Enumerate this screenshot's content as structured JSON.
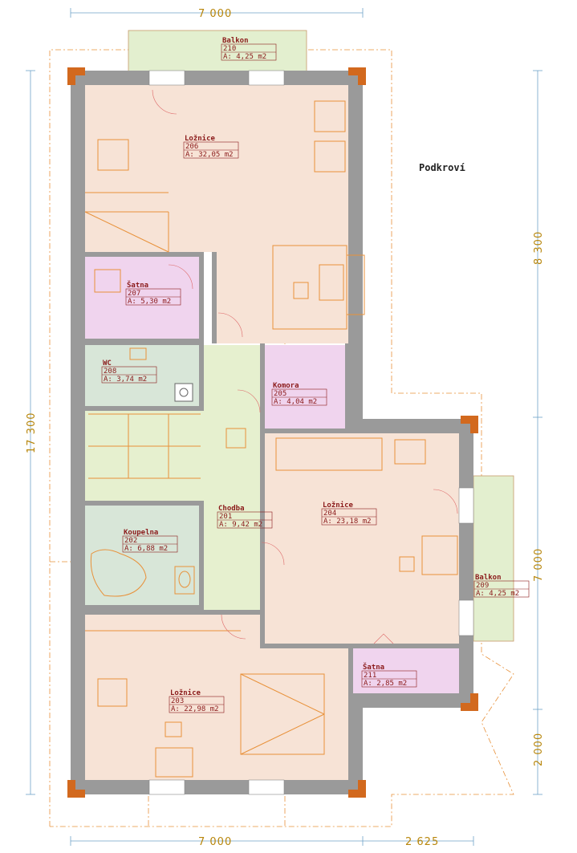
{
  "plan": {
    "floor_title": "Podkroví",
    "dimensions": {
      "top": "7 000",
      "bottom_left": "7 000",
      "bottom_right": "2 625",
      "left": "17 300",
      "right_top": "8 300",
      "right_middle": "7 000",
      "right_bottom": "2 000"
    },
    "rooms": [
      {
        "name": "Balkon",
        "number": "210",
        "area": "A: 4,25 m2"
      },
      {
        "name": "Ložnice",
        "number": "206",
        "area": "A: 32,05 m2"
      },
      {
        "name": "Šatna",
        "number": "207",
        "area": "A: 5,30 m2"
      },
      {
        "name": "WC",
        "number": "208",
        "area": "A: 3,74 m2"
      },
      {
        "name": "Komora",
        "number": "205",
        "area": "A: 4,04 m2"
      },
      {
        "name": "Chodba",
        "number": "201",
        "area": "A: 9,42 m2"
      },
      {
        "name": "Ložnice",
        "number": "204",
        "area": "A: 23,18 m2"
      },
      {
        "name": "Koupelna",
        "number": "202",
        "area": "A: 6,88 m2"
      },
      {
        "name": "Balkon",
        "number": "209",
        "area": "A: 4,25 m2"
      },
      {
        "name": "Šatna",
        "number": "211",
        "area": "A: 2,85 m2"
      },
      {
        "name": "Ložnice",
        "number": "203",
        "area": "A: 22,98 m2"
      }
    ],
    "colors": {
      "bedroom": "#f7e3d6",
      "wardrobe": "#f0d4ee",
      "wet": "#d8e6d8",
      "corridor": "#e6f0cf",
      "balcony": "#e3efcf",
      "wall": "#9a9a9a",
      "label": "#8b1a1a",
      "dimension": "#b8860b"
    }
  }
}
